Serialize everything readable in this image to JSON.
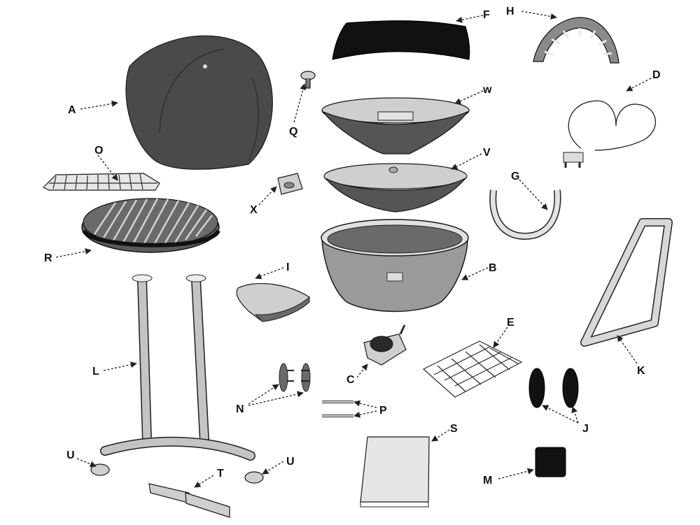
{
  "diagram": {
    "labels": [
      "A",
      "B",
      "C",
      "D",
      "E",
      "F",
      "G",
      "H",
      "I",
      "J",
      "K",
      "L",
      "M",
      "N",
      "O",
      "P",
      "Q",
      "R",
      "S",
      "T",
      "U",
      "U",
      "V",
      "w",
      "X"
    ]
  },
  "colors": {
    "ink": "#111111",
    "part_dark": "#4a4a4a",
    "part_light": "#cfcfcf",
    "background": "#ffffff"
  }
}
